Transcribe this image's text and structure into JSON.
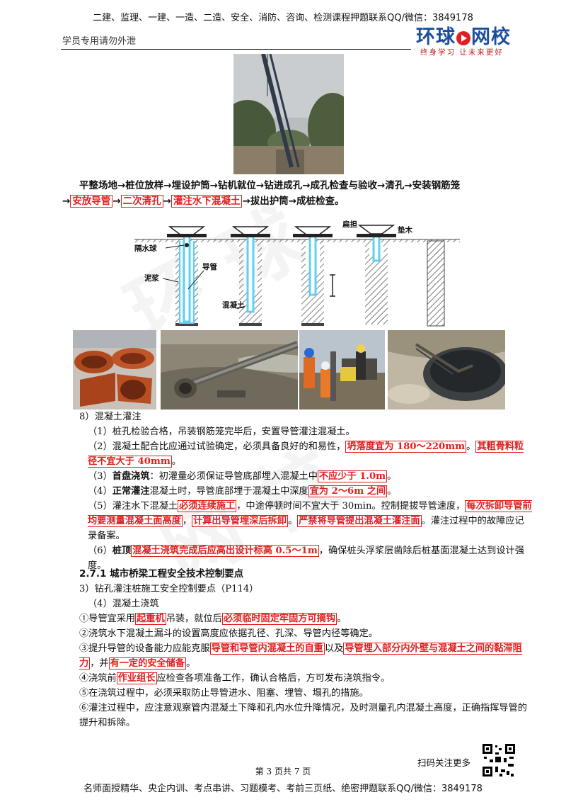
{
  "header": {
    "top_banner": "二建、监理、一建、一造、二造、安全、消防、咨询、检测课程押题联系QQ/微信：3849178",
    "left_note": "学员专用请勿外泄",
    "logo_left": "环球",
    "logo_right": "网校",
    "logo_slogan": "终身学习 让未来更好"
  },
  "flow": {
    "line1": "平整场地→桩位放样→埋设护筒→钻机就位→钻进成孔→成孔检查与验收→清孔→安装钢筋笼",
    "arrow": "→",
    "box1": "安放导管",
    "box2": "二次清孔",
    "box3": "灌注水下混凝土",
    "tail": "拔出护筒→成桩检查。"
  },
  "diagram": {
    "label_separator_ball": "隔水球",
    "label_mud": "泥浆",
    "label_pipe": "导管",
    "label_concrete": "混凝土",
    "label_carrying_pole": "扁担",
    "label_sleeper": "垫木"
  },
  "section8": {
    "title": "8）混凝土灌注",
    "p1": "（1）桩孔检验合格，吊装钢筋笼完毕后，安置导管灌注混凝土。",
    "p2_pre": "（2）混凝土配合比应通过试验确定，必须具备良好的和易性，",
    "p2_red1": "坍落度宜为 180～220mm",
    "p2_mid": "。",
    "p2_red2": "其粗骨料粒径不宜大于 40mm",
    "p2_end": "。",
    "p3_pre": "（3）",
    "p3_bold": "首盘浇筑",
    "p3_mid": "：初灌量必须保证导管底部埋入混凝土中",
    "p3_red": "不应少于 1.0m",
    "p3_end": "。",
    "p4_pre": "（4）",
    "p4_bold": "正常灌注",
    "p4_mid": "混凝土时，导管底部埋于混凝土中深度",
    "p4_red": "宜为 2～6m 之间",
    "p4_end": "。",
    "p5_pre": "（5）灌注水下混凝土",
    "p5_red1": "必须连续施工",
    "p5_mid1": "，中途停顿时间不宜大于 30min。控制提拔导管速度，",
    "p5_red2": "每次拆卸导管前均要测量混凝土面高度",
    "p5_sep1": "，",
    "p5_red3": "计算出导管埋深后拆卸",
    "p5_sep2": "。",
    "p5_red4": "严禁将导管提出混凝土灌注面",
    "p5_end": "。灌注过程中的故障应记录备案。",
    "p6_pre": "（6）",
    "p6_bold": "桩顶",
    "p6_red": "混凝土浇筑完成后应高出设计标高 0.5～1m",
    "p6_end": "，确保桩头浮浆层凿除后桩基面混凝土达到设计强度。"
  },
  "section271": {
    "heading": "2.7.1 城市桥梁工程安全技术控制要点",
    "sub3": "3）钻孔灌注桩施工安全控制要点（P114）",
    "sub4": "（4）混凝土浇筑",
    "i1_pre": "①导管宜采用",
    "i1_red1": "起重机",
    "i1_mid": "吊装，就位后",
    "i1_red2": "必须临时固定牢固方可摘钩",
    "i1_end": "。",
    "i2": "②浇筑水下混凝土漏斗的设置高度应依据孔径、孔深、导管内径等确定。",
    "i3_pre": "③提升导管的设备能力应能克服",
    "i3_red1": "导管和导管内混凝土的自重",
    "i3_mid": "以及",
    "i3_red2": "导管埋入部分内外壁与混凝土之间的黏滞阻力",
    "i3_mid2": "，并",
    "i3_red3": "有一定的安全储备",
    "i3_end": "。",
    "i4_pre": "④浇筑前",
    "i4_red": "作业组长",
    "i4_end": "应检查各项准备工作，确认合格后，方可发布浇筑指令。",
    "i5": "⑤在浇筑过程中，必须采取防止导管进水、阻塞、埋管、塌孔的措施。",
    "i6": "⑥灌注过程中，应注意观察管内混凝土下降和孔内水位升降情况，及时测量孔内混凝土高度，正确指挥导管的提升和拆除。"
  },
  "footer": {
    "scan": "扫码关注更多",
    "page": "第 3 页共 7 页",
    "banner": "名师面授精华、央企内训、考点串讲、习题模考、考前三页纸、绝密押题联系QQ/微信：3849178"
  },
  "colors": {
    "accent_red": "#e02020",
    "brand_blue": "#1b4f9c",
    "water_cyan": "#5fd0f0"
  }
}
